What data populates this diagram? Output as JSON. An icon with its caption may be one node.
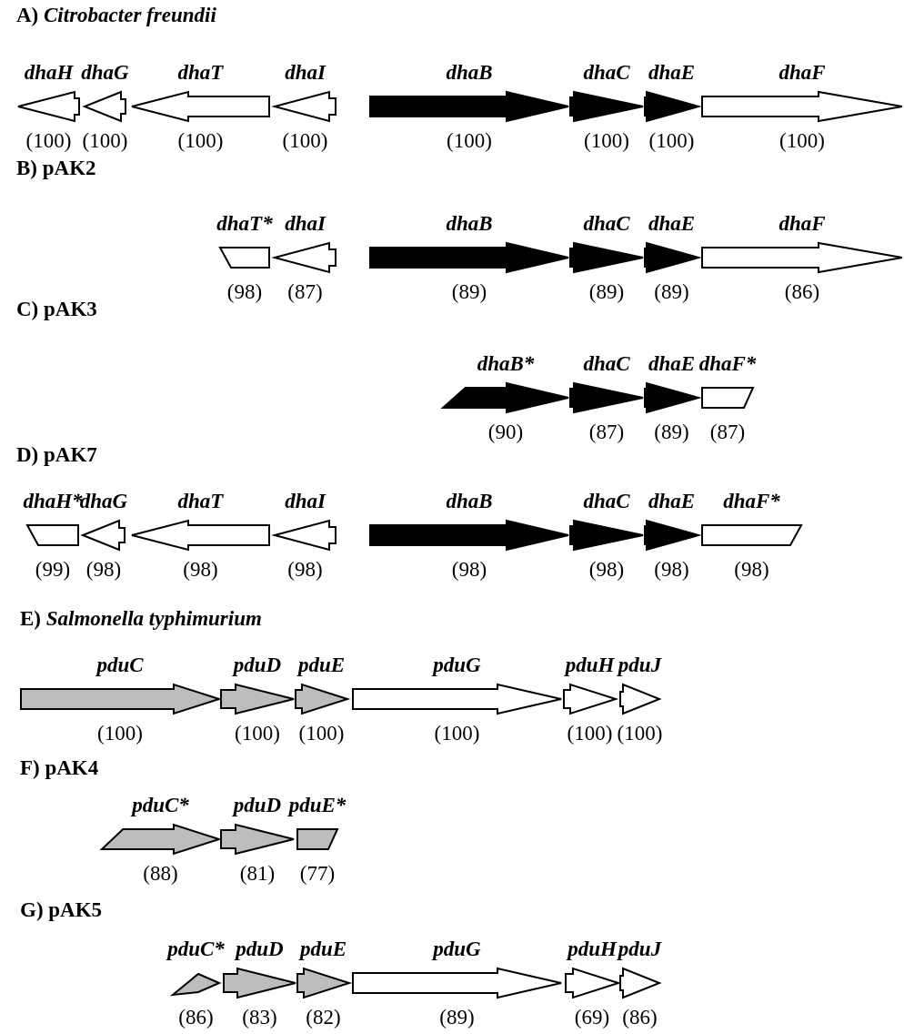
{
  "diagram": {
    "nodes": [
      {
        "text": [
          "dhaH"
        ],
        "beside": [
          "(100)"
        ]
      },
      {
        "text": [
          "dhaG"
        ],
        "beside": [
          "(100)"
        ]
      },
      {
        "text": [
          "dhaT"
        ],
        "beside": [
          "(100)"
        ]
      },
      {
        "text": [
          "dhaI"
        ],
        "beside": [
          "(100)"
        ]
      },
      {
        "text": [
          "dhaB"
        ],
        "beside": [
          "(100)"
        ]
      },
      {
        "text": [
          "dhaC"
        ],
        "beside": [
          "(100)"
        ]
      },
      {
        "text": [
          "dhaE"
        ],
        "beside": [
          "(100)"
        ]
      },
      {
        "text": [
          "dhaF"
        ],
        "beside": [
          "(100)"
        ]
      },
      {
        "text": [
          "dhaT*"
        ],
        "beside": [
          "(98)"
        ]
      },
      {
        "text": [
          "dhaI"
        ],
        "beside": [
          "(87)"
        ]
      },
      {
        "text": [
          "dhaB"
        ],
        "beside": [
          "(89)"
        ]
      },
      {
        "text": [
          "dhaC"
        ],
        "beside": [
          "(89)"
        ]
      },
      {
        "text": [
          "dhaE"
        ],
        "beside": [
          "(89)"
        ]
      },
      {
        "text": [
          "dhaF"
        ],
        "beside": [
          "(86)"
        ]
      },
      {
        "text": [
          "dhaB*"
        ],
        "beside": [
          "(90)"
        ]
      },
      {
        "text": [
          "dhaC"
        ],
        "beside": [
          "(87)"
        ]
      },
      {
        "text": [
          "dhaE"
        ],
        "beside": [
          "(89)"
        ]
      },
      {
        "text": [
          "dhaF*"
        ],
        "beside": [
          "(87)"
        ]
      },
      {
        "text": [
          "dhaH*"
        ],
        "beside": [
          "(99)"
        ]
      },
      {
        "text": [
          "dhaG"
        ],
        "beside": [
          "(98)"
        ]
      },
      {
        "text": [
          "dhaT"
        ],
        "beside": [
          "(98)"
        ]
      },
      {
        "text": [
          "dhaI"
        ],
        "beside": [
          "(98)"
        ]
      },
      {
        "text": [
          "dhaB"
        ],
        "beside": [
          "(98)"
        ]
      },
      {
        "text": [
          "dhaC"
        ],
        "beside": [
          "(98)"
        ]
      },
      {
        "text": [
          "dhaE"
        ],
        "beside": [
          "(98)"
        ]
      },
      {
        "text": [
          "dhaF*"
        ],
        "beside": [
          "(98)"
        ]
      },
      {
        "text": [
          "pduC"
        ],
        "beside": [
          "(100)"
        ]
      },
      {
        "text": [
          "pduD"
        ],
        "beside": [
          "(100)"
        ]
      },
      {
        "text": [
          "pduE"
        ],
        "beside": [
          "(100)"
        ]
      },
      {
        "text": [
          "pduG"
        ],
        "beside": [
          "(100)"
        ]
      },
      {
        "text": [
          "pduH"
        ],
        "beside": [
          "(100)"
        ]
      },
      {
        "text": [
          "pduJ"
        ],
        "beside": [
          "(100)"
        ]
      },
      {
        "text": [
          "pduC*"
        ],
        "beside": [
          "(88)"
        ]
      },
      {
        "text": [
          "pduD"
        ],
        "beside": [
          "(81)"
        ]
      },
      {
        "text": [
          "pduE*"
        ],
        "beside": [
          "(77)"
        ]
      },
      {
        "text": [
          "pduC*"
        ],
        "beside": [
          "(86)"
        ]
      },
      {
        "text": [
          "pduD"
        ],
        "beside": [
          "(83)"
        ]
      },
      {
        "text": [
          "pduE"
        ],
        "beside": [
          "(82)"
        ]
      },
      {
        "text": [
          "pduG"
        ],
        "beside": [
          "(89)"
        ]
      },
      {
        "text": [
          "pduH"
        ],
        "beside": [
          "(69)"
        ]
      },
      {
        "text": [
          "pduJ"
        ],
        "beside": [
          "(86)"
        ]
      }
    ],
    "labels": [
      "A) *Citrobacter freundii*",
      "B) pAK2",
      "C) pAK3",
      "D) pAK7",
      "E) *Salmonella typhimurium*",
      "F) pAK4",
      "G) pAK5"
    ]
  }
}
